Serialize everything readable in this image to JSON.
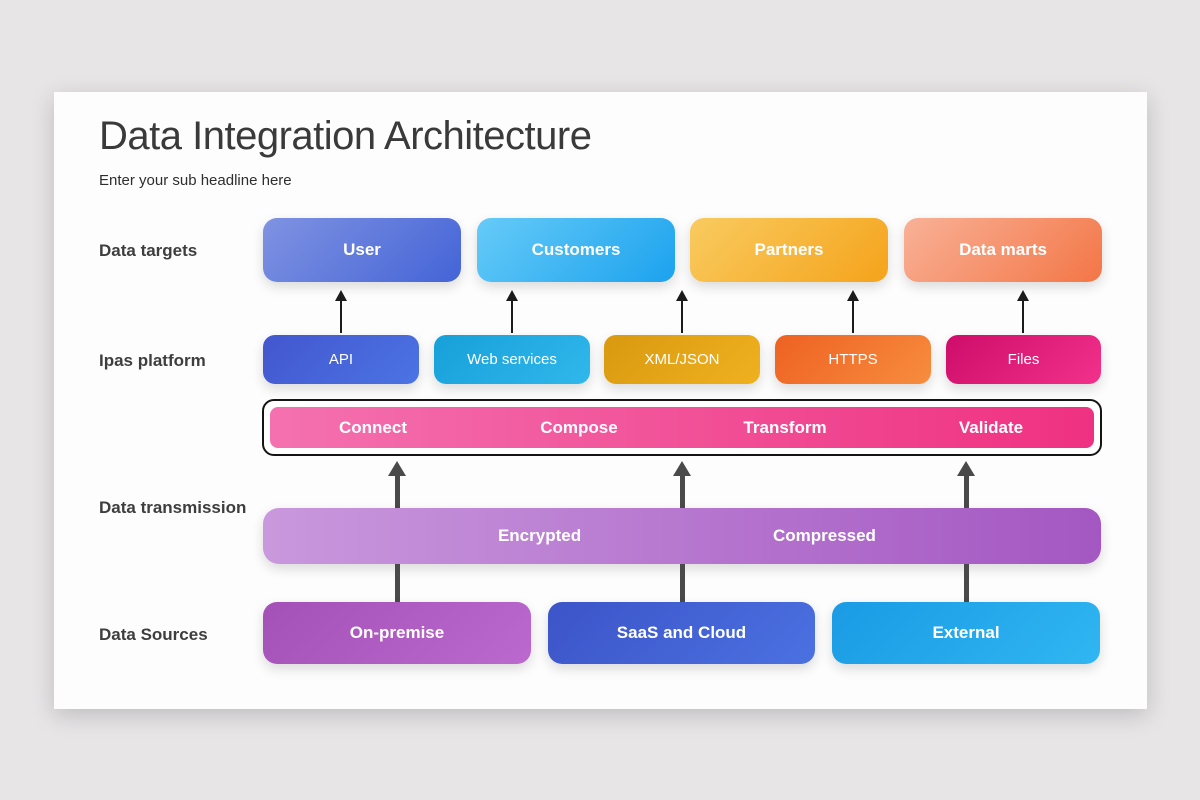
{
  "title": "Data Integration Architecture",
  "subtitle": "Enter your sub headline here",
  "row_labels": {
    "targets": "Data targets",
    "platform": "Ipas platform",
    "transmission": "Data transmission",
    "sources": "Data Sources"
  },
  "targets": [
    {
      "label": "User",
      "from": "#8093e2",
      "to": "#4464d7"
    },
    {
      "label": "Customers",
      "from": "#66cbf8",
      "to": "#1ca2ee"
    },
    {
      "label": "Partners",
      "from": "#f9cb60",
      "to": "#f5a31b"
    },
    {
      "label": "Data marts",
      "from": "#f9b197",
      "to": "#f37646"
    }
  ],
  "platform": [
    {
      "label": "API",
      "from": "#4356ce",
      "to": "#4b74e3"
    },
    {
      "label": "Web services",
      "from": "#17a0d9",
      "to": "#30b8ec"
    },
    {
      "label": "XML/JSON",
      "from": "#d99910",
      "to": "#efb120"
    },
    {
      "label": "HTTPS",
      "from": "#ee6122",
      "to": "#f78d3e"
    },
    {
      "label": "Files",
      "from": "#ce0d6a",
      "to": "#f1318a"
    }
  ],
  "pipeline": {
    "steps": [
      "Connect",
      "Compose",
      "Transform",
      "Validate"
    ],
    "from": "#f471af",
    "to": "#ef3181"
  },
  "transmission": {
    "labels": [
      "Encrypted",
      "Compressed"
    ],
    "from": "#c998dd",
    "to": "#a457c2"
  },
  "sources": [
    {
      "label": "On-premise",
      "from": "#a351b7",
      "to": "#bb68cf"
    },
    {
      "label": "SaaS and Cloud",
      "from": "#3c54c8",
      "to": "#4b71e1"
    },
    {
      "label": "External",
      "from": "#1a9be4",
      "to": "#30b6f2"
    }
  ],
  "colors": {
    "canvas_bg": "#e7e5e6",
    "card_bg": "#fdfdfd",
    "thin_arrow": "#1b1b1b",
    "thick_arrow": "#4a4a4a",
    "pipeline_border": "#141414",
    "heading_text": "#3a3a3a"
  }
}
